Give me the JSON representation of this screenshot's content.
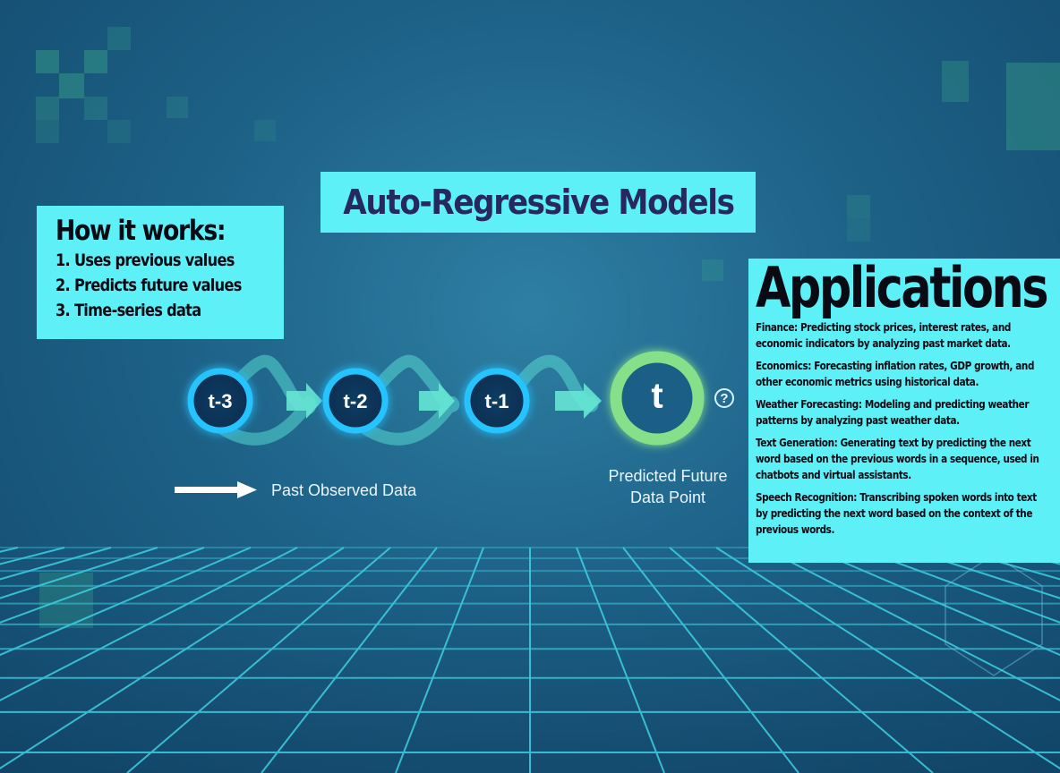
{
  "title": "Auto-Regressive Models",
  "how_it_works": {
    "heading": "How it works:",
    "items": [
      "1. Uses previous values",
      "2. Predicts future values",
      "3. Time-series data"
    ]
  },
  "applications": {
    "heading": "Applications",
    "items": [
      "Finance: Predicting stock prices, interest rates, and economic indicators by analyzing past market data.",
      "Economics: Forecasting inflation rates, GDP growth, and other economic metrics using historical data.",
      "Weather Forecasting: Modeling and predicting weather patterns by analyzing past weather data.",
      "Text Generation: Generating text by predicting the next word based on the previous words in a sequence, used in chatbots and virtual assistants.",
      "Speech Recognition: Transcribing spoken words into text by predicting the next word based on the context of the previous words."
    ]
  },
  "sequence": {
    "nodes": [
      "t-3",
      "t-2",
      "t-1"
    ],
    "predicted_node": "t",
    "unknown_marker": "?"
  },
  "legend": {
    "past_label": "Past Observed Data",
    "predicted_label_line1": "Predicted Future",
    "predicted_label_line2": "Data Point"
  },
  "colors": {
    "box_fill": "#5df0f6",
    "title_text": "#26285e",
    "past_node_glow": "#1fb8ff",
    "predicted_node_ring": "#7ddc80",
    "flow_arrow": "#5fe6d0"
  }
}
